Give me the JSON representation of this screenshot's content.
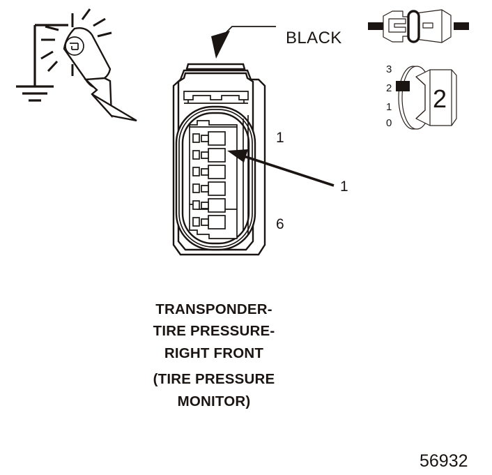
{
  "figure": {
    "number": "56932",
    "background_color": "#ffffff",
    "line_color": "#1a1512"
  },
  "callouts": {
    "wire_color_label": "BLACK",
    "pin_first": "1",
    "pin_last": "6",
    "terminal_callout": "1"
  },
  "connector": {
    "cavity_count": 6,
    "orientation": "front view",
    "caption_lines": [
      "TRANSPONDER-",
      "TIRE PRESSURE-",
      "RIGHT FRONT",
      "(TIRE PRESSURE",
      "MONITOR)"
    ]
  },
  "test_light": {
    "icon": "test-light-probe-icon",
    "ground_icon": "chassis-ground-icon",
    "lamp_symbol": "lamp-filament-icon",
    "ray_count": 8
  },
  "inset_mated": {
    "icon": "mated-connector-pair-icon",
    "highlight": "oval-seal-highlight"
  },
  "inset_scale": {
    "icon": "terminal-position-gauge-icon",
    "ticks": [
      "3",
      "2",
      "1",
      "0"
    ],
    "marker_position": "2",
    "block_label": "2"
  }
}
